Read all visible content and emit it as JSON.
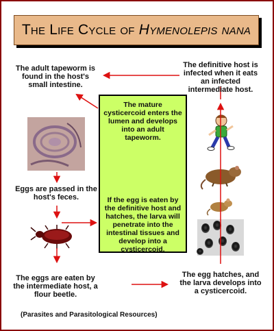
{
  "title": {
    "prefix": "The Life Cycle of ",
    "species": "Hymenolepis nana"
  },
  "steps": {
    "adult_tapeworm": "The adult tapeworm is found in the host's small intestine.",
    "definitive_host": "The definitive host is infected when it eats an infected intermediate host.",
    "mature_cysticercoid": "The mature cysticercoid enters the lumen and develops into an adult tapeworm.",
    "egg_eaten_definitive": "If the egg is eaten by the definitive host and hatches, the larva will penetrate into the intestinal tissues and develop into a cysticercoid.",
    "eggs_passed": "Eggs are passed in the host's feces.",
    "eggs_eaten_intermediate": "The eggs are eaten by the intermediate host, a flour beetle.",
    "egg_hatches": "The egg hatches, and the larva develops into a cysticercoid."
  },
  "credit": "(Parasites and Parasitological Resources)",
  "colors": {
    "frame": "#8a0000",
    "title_bg": "#e9b98a",
    "arrow": "#dd1111",
    "green_box": "#ccff66"
  },
  "images": [
    "tapeworm-section-image",
    "cysticercoid-image",
    "boy-image",
    "rat-image",
    "mouse-image",
    "beetle-image",
    "eggs-image"
  ]
}
